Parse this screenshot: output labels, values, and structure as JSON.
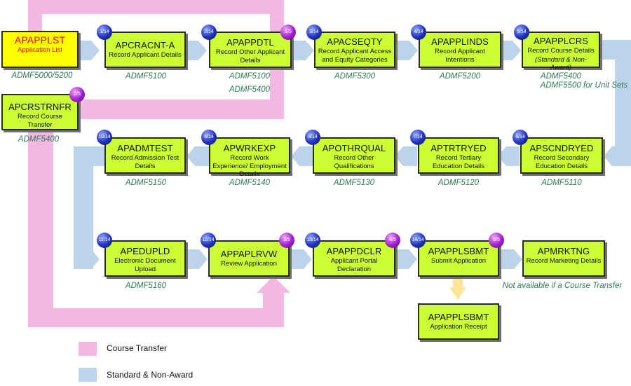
{
  "colors": {
    "course_transfer": "#f4b7e2",
    "standard": "#bcd4ea",
    "box": "#ccff33",
    "start_box": "#ffff00",
    "start_text": "#ff0000",
    "form_text": "#2e7d55"
  },
  "start": {
    "code": "APAPPLST",
    "desc": "Application List",
    "form": "ADMF5000/5200"
  },
  "transfer": {
    "code": "APCRSTRNFR",
    "desc": "Record Course Transfer",
    "form": "ADMF5400",
    "badge": "2/5"
  },
  "row1": [
    {
      "code": "APCRACNT-A",
      "desc": "Record Applicant Details",
      "form": "ADMF5100",
      "badge": "1/14"
    },
    {
      "code": "APAPPDTL",
      "desc": "Record Other Applicant Details",
      "form": "ADMF5100",
      "form2": "ADMF5400",
      "badge": "2/14",
      "badge2": "1/5"
    },
    {
      "code": "APACSEQTY",
      "desc": "Record Applicant Access and Equity Categories",
      "form": "ADMF5300",
      "badge": "3/14"
    },
    {
      "code": "APAPPLINDS",
      "desc": "Record Applicant Intentions",
      "form": "ADMF5200",
      "badge": "4/14"
    },
    {
      "code": "APAPPLCRS",
      "desc": "Record Course Details",
      "desc2": "(Standard & Non-Award)",
      "form": "ADMF5400",
      "form2": "ADMF5500 for Unit Sets",
      "badge": "5/14"
    }
  ],
  "row2": [
    {
      "code": "APADMTEST",
      "desc": "Record Admission Test Details",
      "form": "ADMF5150",
      "badge": "10/14"
    },
    {
      "code": "APWRKEXP",
      "desc": "Record Work Experience/ Employment Details",
      "form": "ADMF5140",
      "badge": "9/14"
    },
    {
      "code": "APOTHRQUAL",
      "desc": "Record Other Qualifications",
      "form": "ADMF5130",
      "badge": "8/14"
    },
    {
      "code": "APTRTRYED",
      "desc": "Record Tertiary Education Details",
      "form": "ADMF5120",
      "badge": "7/14"
    },
    {
      "code": "APSCNDRYED",
      "desc": "Record Secondary Education Details",
      "form": "ADMF5110",
      "badge": "6/14"
    }
  ],
  "row3": [
    {
      "code": "APEDUPLD",
      "desc": "Electronic Document Upload",
      "form": "ADMF5160",
      "badge": "11/14"
    },
    {
      "code": "APPAPLRVW",
      "desc": "Review Application",
      "badge": "12/14",
      "badge2": "3/5"
    },
    {
      "code": "APAPPDCLR",
      "desc": "Applicant Portal Declaration",
      "badge": "13/14",
      "badge2": "4/5"
    },
    {
      "code": "APAPPLSBMT",
      "desc": "Submit Application",
      "badge": "14/14",
      "badge2": "5/5"
    },
    {
      "code": "APMRKTNG",
      "desc": "Record Marketing Details",
      "form": "Not available if a Course Transfer"
    }
  ],
  "receipt": {
    "code": "APAPPLSBMT",
    "desc": "Application Receipt"
  },
  "legend": {
    "course_transfer": "Course Transfer",
    "standard": "Standard & Non-Award"
  }
}
